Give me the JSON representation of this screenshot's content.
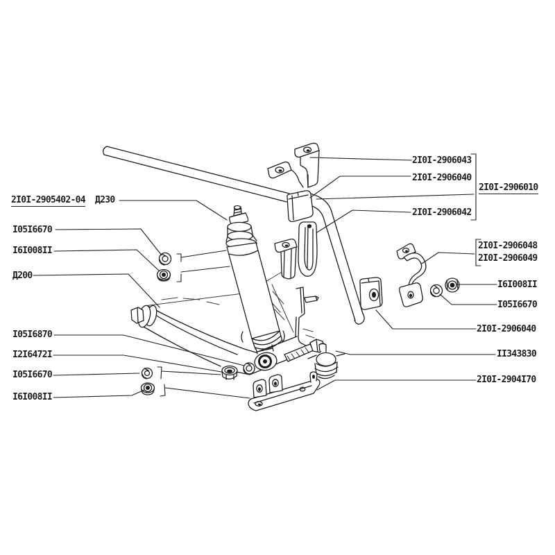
{
  "colors": {
    "background": "#ffffff",
    "ink": "#1c1c1c"
  },
  "labels": {
    "left": {
      "shock_assembly": "2I0I-2905402-04",
      "shock_callout": "Д230",
      "washer_upper": "I05I6670",
      "nut_upper": "I6I008II",
      "arm_callout": "Д200",
      "washer_shock_lower": "I05I6870",
      "nut_arm_bolt": "I2I6472I",
      "washer_lower": "I05I6670",
      "nut_lower": "I6I008II"
    },
    "right": {
      "bar_bracket": "2I0I-2906043",
      "bar_cushion_upper": "2I0I-2906040",
      "stabilizer_assembly": "2I0I-2906010",
      "bar_cushion_lower": "2I0I-2906042",
      "clamp_a": "2I0I-2906048",
      "clamp_b": "2I0I-2906049",
      "clamp_nut": "I6I008II",
      "clamp_washer": "I05I6670",
      "bar_cushion_rear": "2I0I-2906040",
      "bolt": "II343830",
      "lower_bracket": "2I0I-2904I70"
    }
  }
}
